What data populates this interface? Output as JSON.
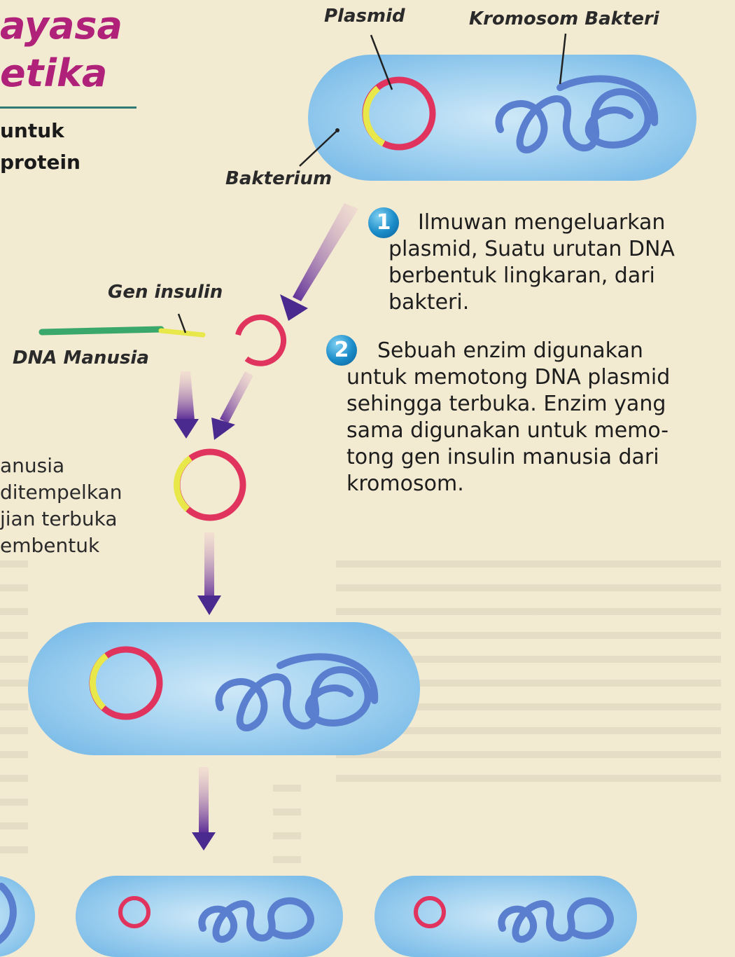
{
  "header": {
    "title_line1": "ayasa",
    "title_line2": "etika",
    "subtitle_line1": "untuk",
    "subtitle_line2": "protein"
  },
  "labels": {
    "plasmid": "Plasmid",
    "chromosome": "Kromosom Bakteri",
    "bacterium": "Bakterium",
    "insulin_gene": "Gen insulin",
    "human_dna": "DNA Manusia"
  },
  "steps": [
    {
      "number": "1",
      "lines": [
        "Ilmuwan mengeluarkan",
        "plasmid, Suatu urutan DNA",
        "berbentuk lingkaran, dari",
        "bakteri."
      ]
    },
    {
      "number": "2",
      "lines": [
        "Sebuah enzim digunakan",
        "untuk memotong DNA plasmid",
        "sehingga terbuka. Enzim yang",
        "sama digunakan untuk memo-",
        "tong gen insulin manusia dari",
        "kromosom."
      ]
    }
  ],
  "step3_partial_lines": [
    "anusia",
    " ditempelkan",
    "jian terbuka",
    "embentuk"
  ],
  "colors": {
    "title": "#b0227a",
    "plasmid": "#e0335e",
    "insert_gene": "#e8e84a",
    "chromosome": "#5a7fcf",
    "cell": "#a9d3ef",
    "arrow": "#7b2d8f",
    "human_dna": "#3aa86a"
  }
}
